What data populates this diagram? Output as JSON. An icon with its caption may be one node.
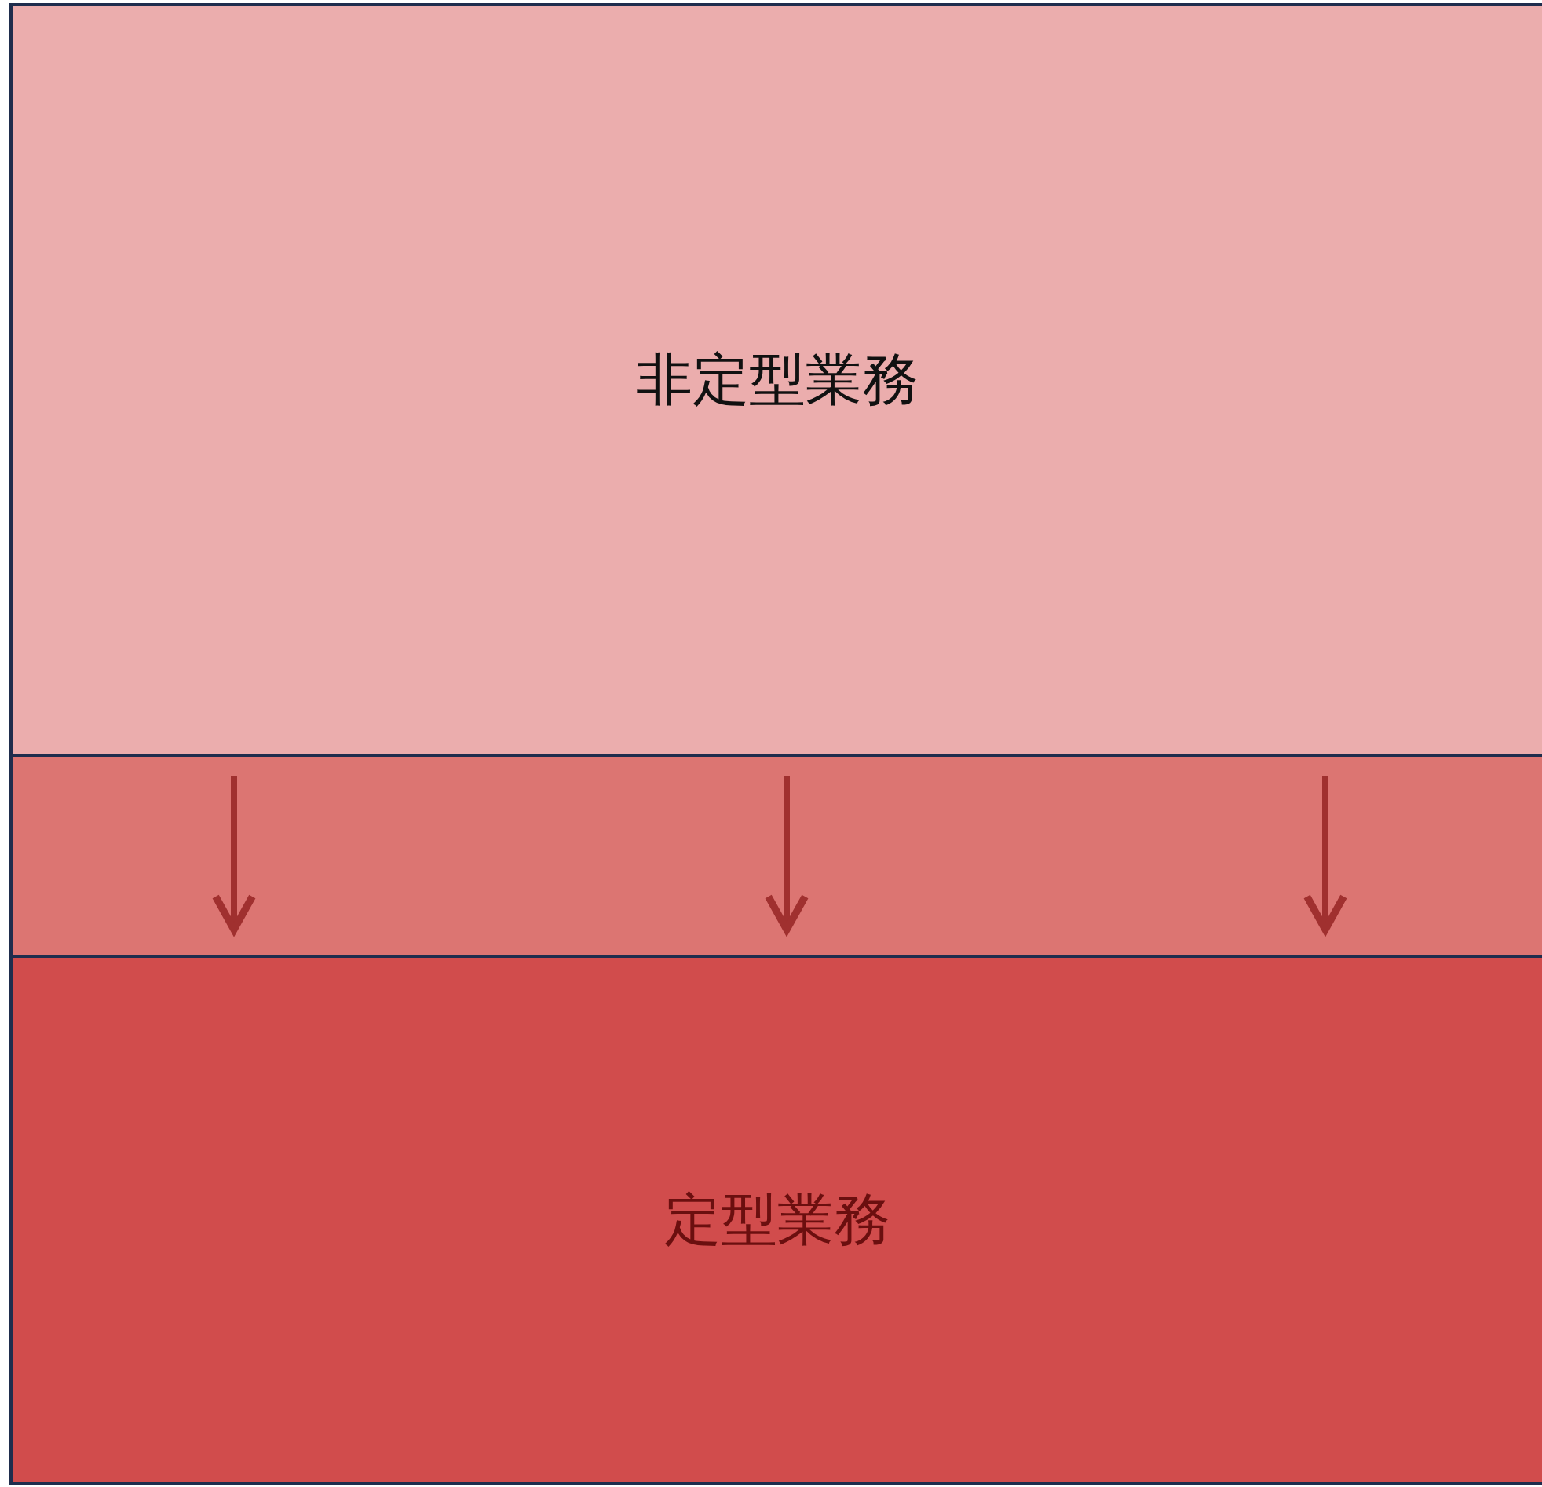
{
  "diagram": {
    "nodes": [
      {
        "text": [
          "非定型業務"
        ]
      },
      {
        "text": [
          "定型業務"
        ]
      }
    ],
    "edges": [
      {
        "from": 0,
        "to": 1,
        "arrow": "to"
      },
      {
        "from": 0,
        "to": 1,
        "arrow": "to"
      },
      {
        "from": 0,
        "to": 1,
        "arrow": "to"
      }
    ]
  }
}
